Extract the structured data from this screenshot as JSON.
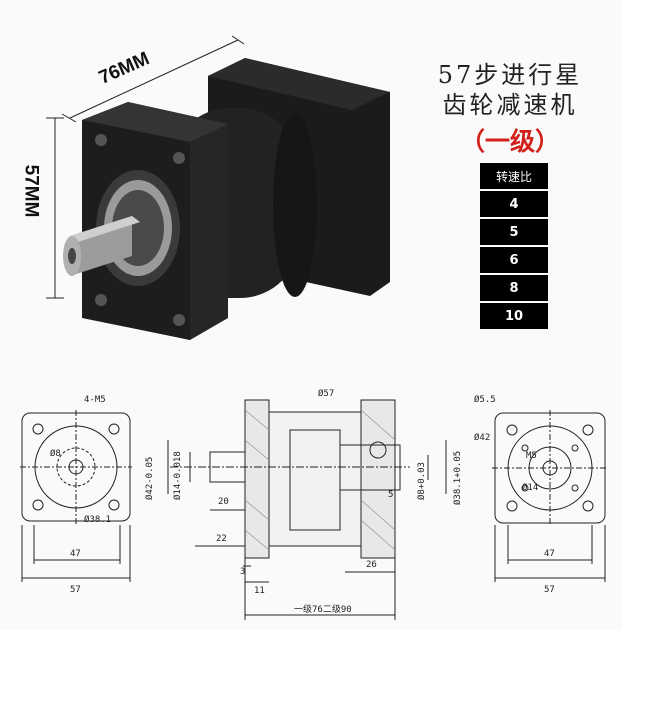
{
  "product": {
    "title_line1": "57步进行星",
    "title_line2": "齿轮减速机",
    "level": "（一级）"
  },
  "ratio_table": {
    "header": "转速比",
    "values": [
      "4",
      "5",
      "6",
      "8",
      "10"
    ]
  },
  "photo_dims": {
    "length": "76MM",
    "height": "57MM"
  },
  "drawing_labels": {
    "holes": "4-M5",
    "phi8_left": "Ø8",
    "phi38_left": "Ø38.1",
    "w47_left": "47",
    "w57_left": "57",
    "phi57": "Ø57",
    "phi42_tol": "Ø42-0.05",
    "phi14_tol": "Ø14-0.018",
    "len20": "20",
    "len22": "22",
    "len3": "3",
    "len11": "11",
    "len26": "26",
    "len5": "5",
    "phi8_tol": "Ø8+0.03",
    "phi38_tol": "Ø38.1+0.05",
    "total_len": "一级76二级90",
    "phi55": "Ø5.5",
    "phi42_right": "Ø42",
    "m5_right": "M5",
    "phi14_right": "Ø14",
    "w47_right": "47",
    "w57_right": "57"
  }
}
